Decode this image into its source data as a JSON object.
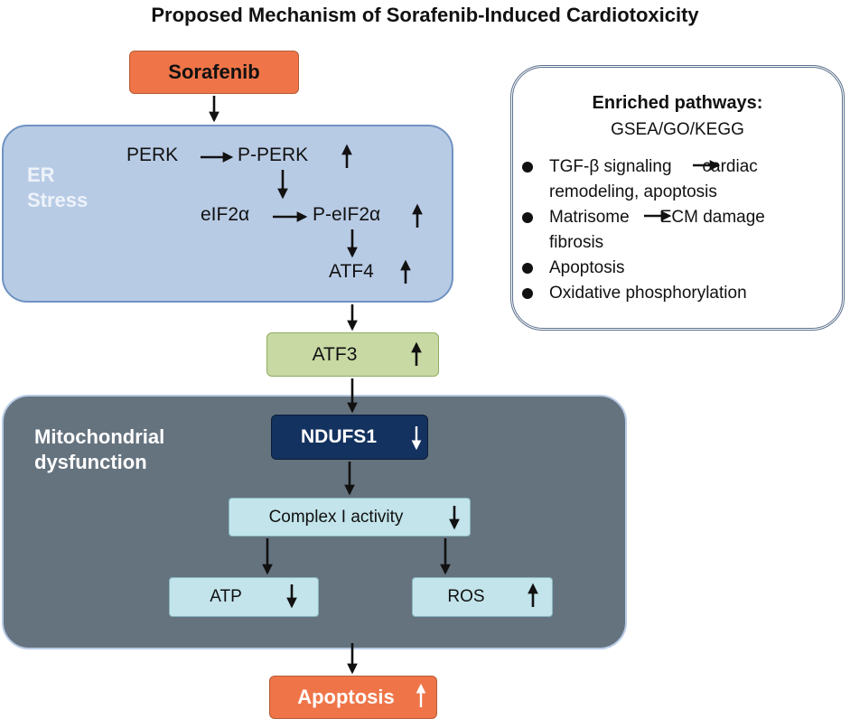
{
  "title": "Proposed Mechanism of Sorafenib-Induced Cardiotoxicity",
  "drug": "Sorafenib",
  "er_stress": {
    "label_line1": "ER",
    "label_line2": "Stress",
    "perk": "PERK",
    "p_perk": "P-PERK",
    "eif2a": "eIF2α",
    "p_eif2a": "P-eIF2α",
    "atf4": "ATF4"
  },
  "atf3": "ATF3",
  "mitochondria": {
    "label_line1": "Mitochondrial",
    "label_line2": "dysfunction",
    "ndufs1": "NDUFS1",
    "complex": "Complex I activity",
    "atp": "ATP",
    "ros": "ROS"
  },
  "outcome": "Apoptosis",
  "enriched": {
    "title": "Enriched pathways:",
    "subtitle": "GSEA/GO/KEGG",
    "items": [
      {
        "a": "TGF-β signaling",
        "b": "cardiac",
        "c": "remodeling, apoptosis"
      },
      {
        "a": "Matrisome",
        "b": "ECM damage",
        "c": "fibrosis"
      },
      {
        "a": "Apoptosis"
      },
      {
        "a": "Oxidative phosphorylation"
      }
    ]
  }
}
